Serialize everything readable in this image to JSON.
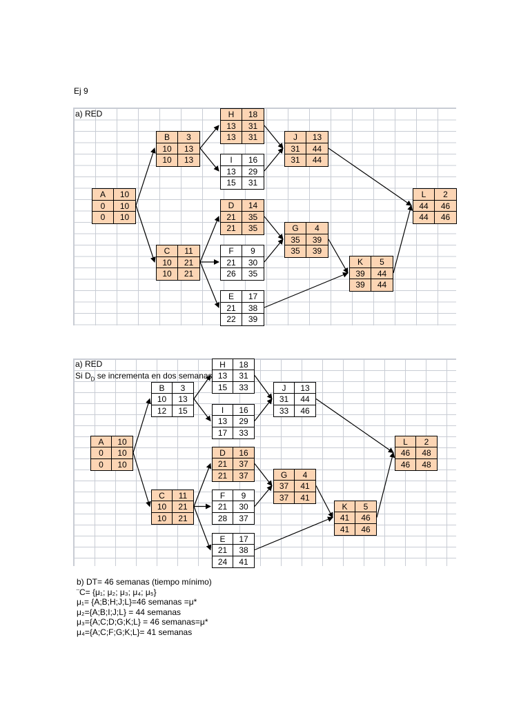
{
  "heading": "Ej 9",
  "diagram1": {
    "label": "a) RED",
    "nodes": {
      "A": [
        "A",
        "10",
        "0",
        "10",
        "0",
        "10"
      ],
      "B": [
        "B",
        "3",
        "10",
        "13",
        "10",
        "13"
      ],
      "C": [
        "C",
        "11",
        "10",
        "21",
        "10",
        "21"
      ],
      "H": [
        "H",
        "18",
        "13",
        "31",
        "13",
        "31"
      ],
      "I": [
        "I",
        "16",
        "13",
        "29",
        "15",
        "31"
      ],
      "D": [
        "D",
        "14",
        "21",
        "35",
        "21",
        "35"
      ],
      "F": [
        "F",
        "9",
        "21",
        "30",
        "26",
        "35"
      ],
      "E": [
        "E",
        "17",
        "21",
        "38",
        "22",
        "39"
      ],
      "J": [
        "J",
        "13",
        "31",
        "44",
        "31",
        "44"
      ],
      "G": [
        "G",
        "4",
        "35",
        "39",
        "35",
        "39"
      ],
      "K": [
        "K",
        "5",
        "39",
        "44",
        "39",
        "44"
      ],
      "L": [
        "L",
        "2",
        "44",
        "46",
        "44",
        "46"
      ]
    }
  },
  "diagram2": {
    "label": "a) RED",
    "subtitle_pre": "Si D",
    "subtitle_sub": "D",
    "subtitle_post": " se incrementa en dos semanas",
    "nodes": {
      "A": [
        "A",
        "10",
        "0",
        "10",
        "0",
        "10"
      ],
      "B": [
        "B",
        "3",
        "10",
        "13",
        "12",
        "15"
      ],
      "C": [
        "C",
        "11",
        "10",
        "21",
        "10",
        "21"
      ],
      "H": [
        "H",
        "18",
        "13",
        "31",
        "15",
        "33"
      ],
      "I": [
        "I",
        "16",
        "13",
        "29",
        "17",
        "33"
      ],
      "D": [
        "D",
        "16",
        "21",
        "37",
        "21",
        "37"
      ],
      "F": [
        "F",
        "9",
        "21",
        "30",
        "28",
        "37"
      ],
      "E": [
        "E",
        "17",
        "21",
        "38",
        "24",
        "41"
      ],
      "J": [
        "J",
        "13",
        "31",
        "44",
        "33",
        "46"
      ],
      "G": [
        "G",
        "4",
        "37",
        "41",
        "37",
        "41"
      ],
      "K": [
        "K",
        "5",
        "41",
        "46",
        "41",
        "46"
      ],
      "L": [
        "L",
        "2",
        "46",
        "48",
        "46",
        "48"
      ]
    }
  },
  "notes": [
    "b) DT= 46 semanas (tiempo mínimo)",
    "¨C= {μ₁; μ₂; μ₃; μ₄; μ₅}",
    "μ₁= {A;B;H;J;L}=46 semanas =μ*",
    "μ₂={A;B;I;J;L} = 44 semanas",
    "μ₃={A;C;D;G;K;L} = 46 semanas=μ*",
    "μ₄={A;C;F;G;K;L}= 41 semanas"
  ],
  "colors": {
    "critical": "#fcd5b4",
    "normal": "#ffffff",
    "grid": "#c8ccd4"
  }
}
